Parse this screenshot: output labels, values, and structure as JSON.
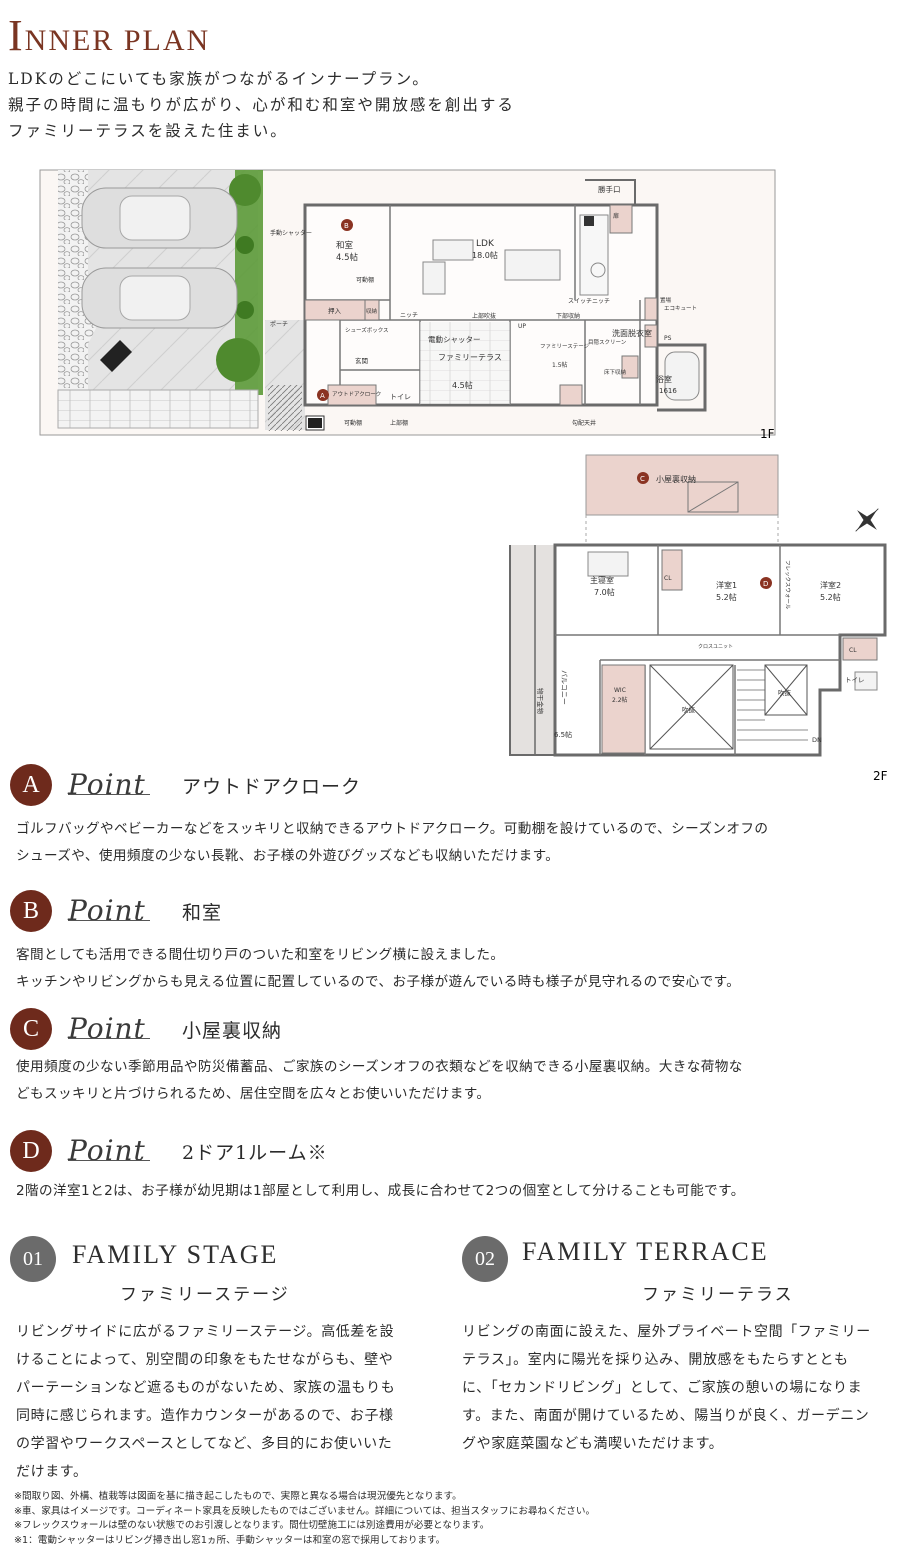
{
  "header": {
    "title_big": "I",
    "title_rest": "NNER PLAN",
    "intro": [
      "LDKのどこにいても家族がつながるインナープラン。",
      "親子の時間に温もりが広がり、心が和む和室や開放感を創出する",
      "ファミリーテラスを設えた住まい。"
    ]
  },
  "floorplan": {
    "floor1_label": "1F",
    "floor2_label": "2F",
    "labels": {
      "kattekuchi": "勝手口",
      "tobira_shuno": "扉",
      "tebiki_shutter": "手動シャッター",
      "washitsu": "和室",
      "washitsu_size": "4.5帖",
      "kadoudana": "可動棚",
      "ldk": "LDK",
      "ldk_size": "18.0帖",
      "oshiire": "押入",
      "shuno": "収納",
      "nicchi": "ニッチ",
      "switch_niche": "スイッチニッチ",
      "jobu_fukinuke": "上部吹抜",
      "kabu_shuno": "下部収納",
      "up": "UP",
      "shoes_box": "シューズボックス",
      "dendo_shutter": "電動シャッター",
      "family_terrace": "ファミリーテラス",
      "family_terrace_size": "4.5帖",
      "family_stage": "ファミリーステージ",
      "family_stage_size": "1.5帖",
      "genkan": "玄関",
      "outdoor_cloak": "アウトドアクローク",
      "toilet": "トイレ",
      "senmen": "洗面脱衣室",
      "mokusukurin": "目隠スクリーン",
      "yukashita": "床下収納",
      "yokushitsu": "浴室",
      "yokushitsu_size": "1616",
      "ecocute": "エコキュート",
      "okiba": "置場",
      "ps": "PS",
      "porch": "ポーチ",
      "jobudana": "上部棚",
      "koubai_tenjo": "勾配天井",
      "koyaura": "小屋裏収納",
      "shushinshitsu": "主寝室",
      "shushinshitsu_size": "7.0帖",
      "cl": "CL",
      "yoshitsu1": "洋室1",
      "yoshitsu1_size": "5.2帖",
      "yoshitsu2": "洋室2",
      "yoshitsu2_size": "5.2帖",
      "flex_wall": "フレックスウォール",
      "balcony": "バルコニー",
      "balcony_size": "6.5帖",
      "monohoshi": "物干金物",
      "wic": "WIC",
      "wic_size": "2.2帖",
      "fukinuke": "吹抜",
      "dn": "DN",
      "clothes_unit": "クロスユニット",
      "toilet2": "トイレ"
    },
    "markers": [
      "A",
      "B",
      "C",
      "D"
    ]
  },
  "points": [
    {
      "letter": "A",
      "word": "Point",
      "name": "アウトドアクローク",
      "body": [
        "ゴルフバッグやベビーカーなどをスッキリと収納できるアウトドアクローク。可動棚を設けているので、シーズンオフの",
        "シューズや、使用頻度の少ない長靴、お子様の外遊びグッズなども収納いただけます。"
      ]
    },
    {
      "letter": "B",
      "word": "Point",
      "name": "和室",
      "body": [
        "客間としても活用できる間仕切り戸のついた和室をリビング横に設えました。",
        "キッチンやリビングからも見える位置に配置しているので、お子様が遊んでいる時も様子が見守れるので安心です。"
      ]
    },
    {
      "letter": "C",
      "word": "Point",
      "name": "小屋裏収納",
      "body": [
        "使用頻度の少ない季節用品や防災備蓄品、ご家族のシーズンオフの衣類などを収納できる小屋裏収納。大きな荷物な",
        "どもスッキリと片づけられるため、居住空間を広々とお使いいただけます。"
      ]
    },
    {
      "letter": "D",
      "word": "Point",
      "name": "2ドア1ルーム※",
      "body": [
        "2階の洋室1と2は、お子様が幼児期は1部屋として利用し、成長に合わせて2つの個室として分けることも可能です。"
      ]
    }
  ],
  "features": [
    {
      "num": "01",
      "en": "FAMILY STAGE",
      "jp": "ファミリーステージ",
      "body": [
        "リビングサイドに広がるファミリーステージ。高低差を設",
        "けることによって、別空間の印象をもたせながらも、壁や",
        "パーテーションなど遮るものがないため、家族の温もりも",
        "同時に感じられます。造作カウンターがあるので、お子様",
        "の学習やワークスペースとしてなど、多目的にお使いいた",
        "だけます。"
      ]
    },
    {
      "num": "02",
      "en": "FAMILY TERRACE",
      "jp": "ファミリーテラス",
      "body": [
        "リビングの南面に設えた、屋外プライベート空間「ファミリー",
        "テラス」。室内に陽光を採り込み、開放感をもたらすととも",
        "に、「セカンドリビング」として、ご家族の憩いの場になりま",
        "す。また、南面が開けているため、陽当りが良く、ガーデニン",
        "グや家庭菜園なども満喫いただけます。"
      ]
    }
  ],
  "notes": [
    "※間取り図、外構、植栽等は図面を基に描き起こしたもので、実際と異なる場合は現況優先となります。",
    "※車、家具はイメージです。コーディネート家具を反映したものではございません。詳細については、担当スタッフにお尋ねください。",
    "※フレックスウォールは壁のない状態でのお引渡しとなります。間仕切壁施工には別途費用が必要となります。",
    "※1：電動シャッターはリビング掃き出し窓1ヵ所、手動シャッターは和室の窓で採用しております。"
  ],
  "colors": {
    "accent": "#6e2a1c",
    "title": "#7a3522",
    "highlight_room": "#ebd3cd",
    "wall": "#666666",
    "grass": "#4f8a2e"
  }
}
